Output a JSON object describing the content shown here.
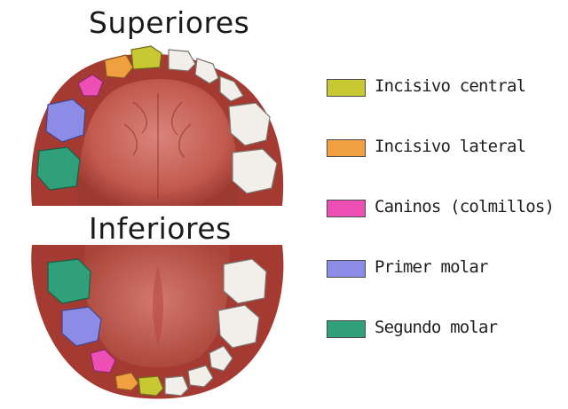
{
  "titles": {
    "upper": "Superiores",
    "lower": "Inferiores"
  },
  "legend": [
    {
      "label": "Incisivo central",
      "color": "#c8c832"
    },
    {
      "label": "Incisivo lateral",
      "color": "#f0a040"
    },
    {
      "label": "Caninos (colmillos)",
      "color": "#ee4fb4"
    },
    {
      "label": "Primer molar",
      "color": "#8c8ce6"
    },
    {
      "label": "Segundo molar",
      "color": "#2fa07a"
    }
  ],
  "colors": {
    "gum": "#a83d35",
    "palate": "#c8605a",
    "tooth_white": "#f2efea"
  }
}
